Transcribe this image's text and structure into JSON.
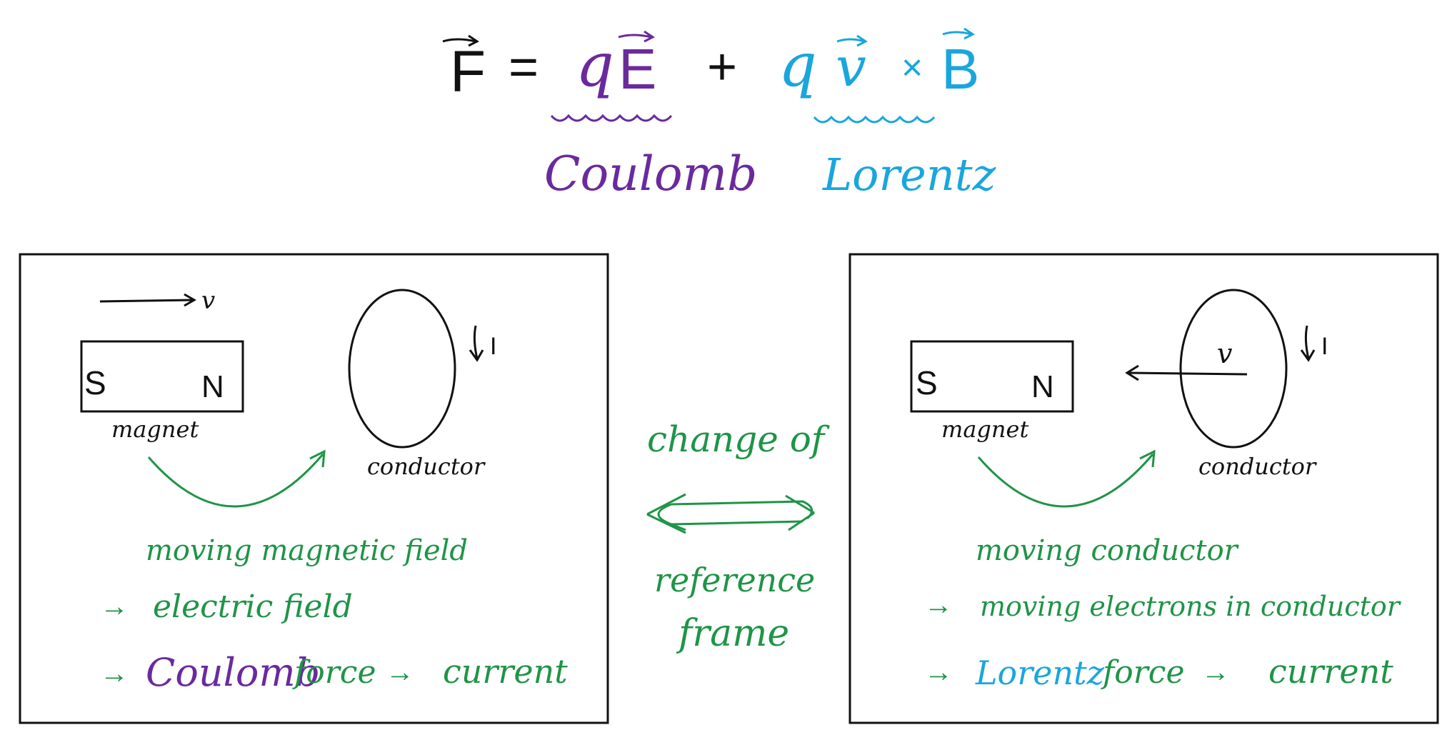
{
  "colors": {
    "ink": "#111111",
    "coulomb": "#6a2a9e",
    "lorentz": "#1aa6dd",
    "annotation": "#1f9447"
  },
  "equation": {
    "lhs": "F",
    "equals": "=",
    "coulomb_charge": "q",
    "coulomb_field": "E",
    "plus": "+",
    "lorentz_charge": "q",
    "lorentz_velocity": "v",
    "times": "×",
    "lorentz_field": "B",
    "coulomb_label": "Coulomb",
    "lorentz_label": "Lorentz"
  },
  "left_panel": {
    "velocity_label": "v",
    "magnet_south": "S",
    "magnet_north": "N",
    "magnet_label": "magnet",
    "conductor_label": "conductor",
    "current_label": "I",
    "caption": "moving magnetic field",
    "step1_arrow": "→",
    "step1_text": "electric field",
    "step2_arrow": "→",
    "step2_force": "Coulomb",
    "step2_force_word": "force",
    "step2_arrow2": "→",
    "step2_result": "current"
  },
  "right_panel": {
    "velocity_label": "v",
    "magnet_south": "S",
    "magnet_north": "N",
    "magnet_label": "magnet",
    "conductor_label": "conductor",
    "current_label": "I",
    "caption": "moving conductor",
    "step1_arrow": "→",
    "step1_text": "moving electrons in conductor",
    "step2_arrow": "→",
    "step2_force": "Lorentz",
    "step2_force_word": "force",
    "step2_arrow2": "→",
    "step2_result": "current"
  },
  "middle": {
    "top_text": "change of",
    "bottom_text_1": "reference",
    "bottom_text_2": "frame"
  }
}
